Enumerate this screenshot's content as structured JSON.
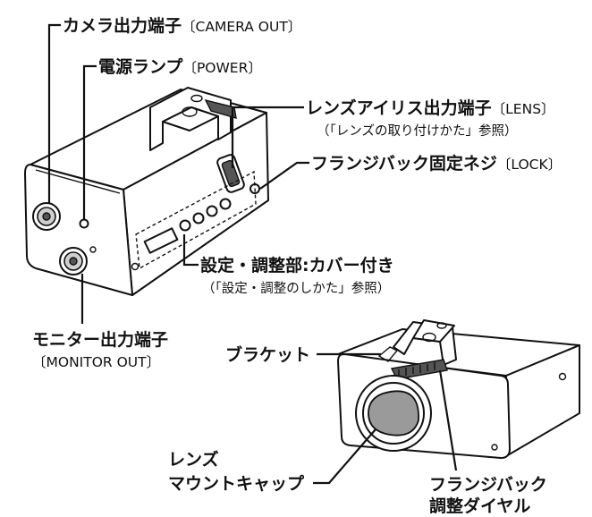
{
  "labels": {
    "camera_out_jp": "カメラ出力端子",
    "camera_out_en": "〔CAMERA OUT〕",
    "power_jp": "電源ランプ",
    "power_en": "〔POWER〕",
    "lens_iris_jp": "レンズアイリス出力端子",
    "lens_iris_en": "〔LENS〕",
    "lens_iris_note": "（「レンズの取り付けかた」参照）",
    "flange_lock_jp": "フランジバック固定ネジ",
    "flange_lock_en": "〔LOCK〕",
    "settings_jp": "設定・調整部:カバー付き",
    "settings_note": "（「設定・調整のしかた」参照）",
    "monitor_out_jp": "モニター出力端子",
    "monitor_out_en": "〔MONITOR OUT〕",
    "bracket": "ブラケット",
    "lens_cap_line1": "レンズ",
    "lens_cap_line2": "マウントキャップ",
    "flange_dial_line1": "フランジバック",
    "flange_dial_line2": "調整ダイヤル"
  }
}
